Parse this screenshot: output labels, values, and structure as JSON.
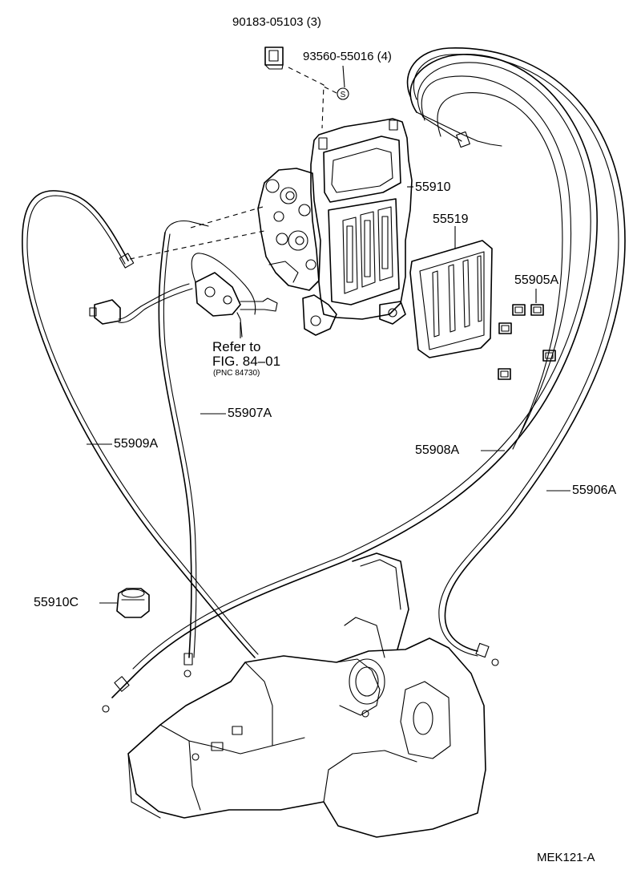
{
  "labels": {
    "bolt": "90183-05103 (3)",
    "nut": "93560-55016 (4)",
    "control_panel": "55910",
    "panel_cover": "55519",
    "knob": "55905A",
    "cable_55907a": "55907A",
    "cable_55909a": "55909A",
    "cable_55908a": "55908A",
    "cable_55906a": "55906A",
    "clamp": "55910C"
  },
  "reference": {
    "line1": "Refer to",
    "line2": "FIG. 84–01",
    "line3": "(PNC 84730)"
  },
  "nut_symbol": "S",
  "footer": {
    "code": "MEK121-A"
  }
}
